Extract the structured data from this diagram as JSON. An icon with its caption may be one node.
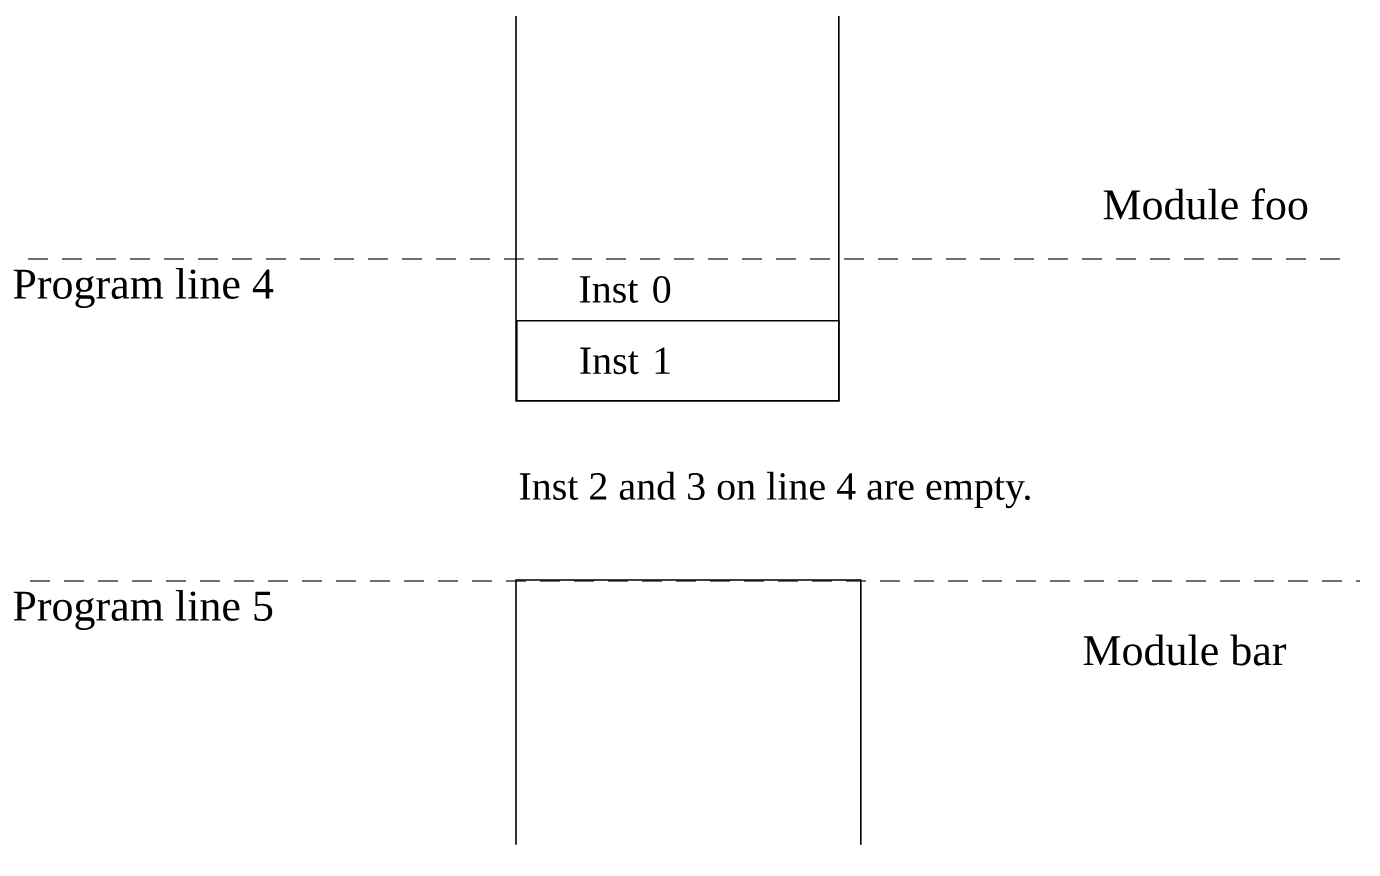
{
  "diagram": {
    "nodes": [
      {
        "text": [],
        "shape": "box"
      },
      {
        "text": [
          "Inst 0"
        ],
        "in": 0
      },
      {
        "text": [
          "Inst 1"
        ],
        "in": 0
      },
      {
        "text": [],
        "shape": "box"
      }
    ],
    "labels": [
      "Module foo",
      "Program line 4",
      "Inst 2 and 3 on line 4 are empty.",
      "Program line 5",
      "Module bar"
    ]
  }
}
